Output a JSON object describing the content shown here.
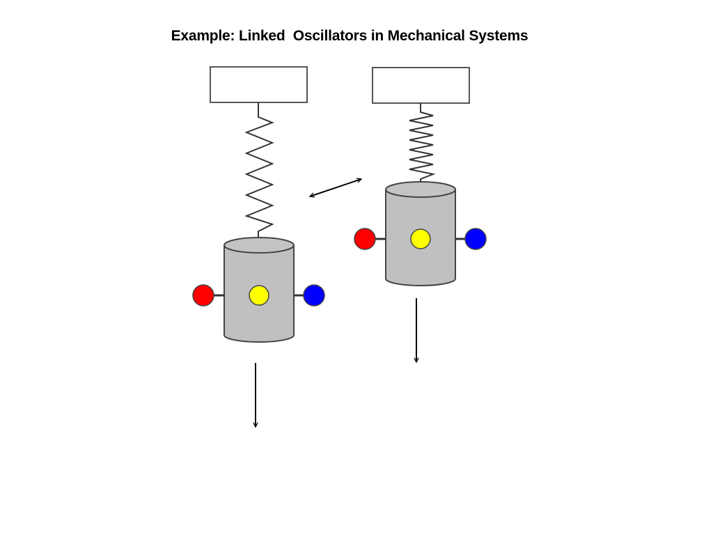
{
  "slide": {
    "title": "Example: Linked  Oscillators in Mechanical Systems"
  },
  "colors": {
    "support_fill": "#ffffff",
    "support_stroke": "#555555",
    "spring": "#333333",
    "mass_fill": "#c0c0c0",
    "mass_top_fill": "#c4c4c4",
    "mass_stroke": "#444444",
    "center_dot": "#ffff00",
    "left_dot": "#ff0000",
    "right_dot": "#0000ff",
    "arrow": "#000000"
  },
  "icons": {
    "coupling": "double-headed-arrow",
    "motion": "down-arrow"
  }
}
